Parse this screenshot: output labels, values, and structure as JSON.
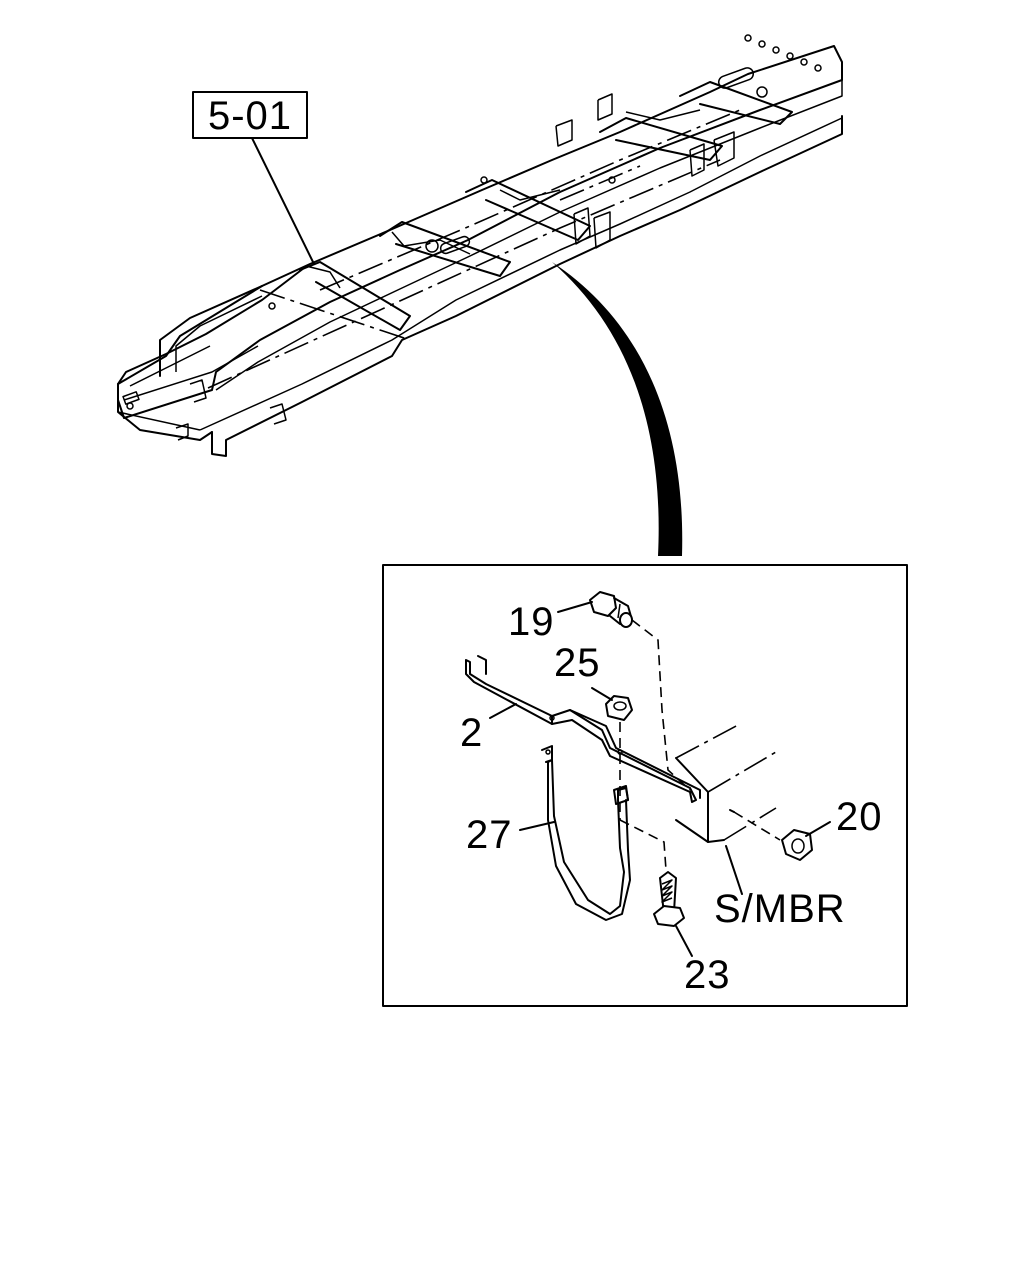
{
  "reference": {
    "label": "5-01"
  },
  "callouts": {
    "bolt_19": "19",
    "nut_25": "25",
    "bracket_2": "2",
    "band_27": "27",
    "nut_20": "20",
    "member": "S/MBR",
    "bolt_23": "23"
  }
}
